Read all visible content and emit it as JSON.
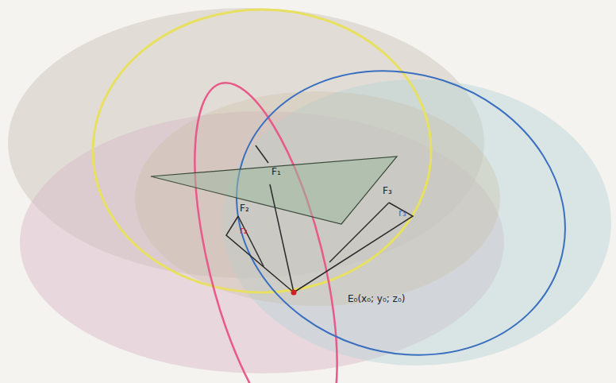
{
  "diagram": {
    "labels": [
      "F₁",
      "F₂",
      "F₃",
      "r₂",
      "r₃",
      "E₀(x₀; y₀; z₀)"
    ]
  }
}
